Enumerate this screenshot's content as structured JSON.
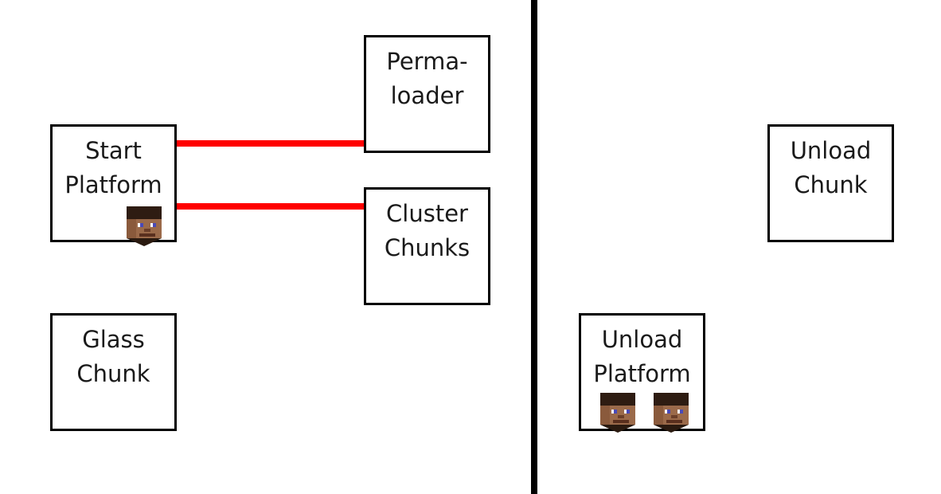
{
  "diagram": {
    "boxes": {
      "start_platform": {
        "line1": "Start",
        "line2": "Platform"
      },
      "permaloader": {
        "line1": "Perma-",
        "line2": "loader"
      },
      "cluster_chunks": {
        "line1": "Cluster",
        "line2": "Chunks"
      },
      "glass_chunk": {
        "line1": "Glass",
        "line2": "Chunk"
      },
      "unload_platform": {
        "line1": "Unload",
        "line2": "Platform"
      },
      "unload_chunk": {
        "line1": "Unload",
        "line2": "Chunk"
      }
    },
    "connections": [
      {
        "from": "start_platform",
        "to": "permaloader"
      },
      {
        "from": "start_platform",
        "to": "cluster_chunks"
      }
    ],
    "players": {
      "start_platform": 1,
      "unload_platform": 2
    },
    "colors": {
      "connector": "#ff0000",
      "border": "#000000",
      "divider": "#000000",
      "background": "#ffffff"
    },
    "icon": "steve-head-icon"
  }
}
